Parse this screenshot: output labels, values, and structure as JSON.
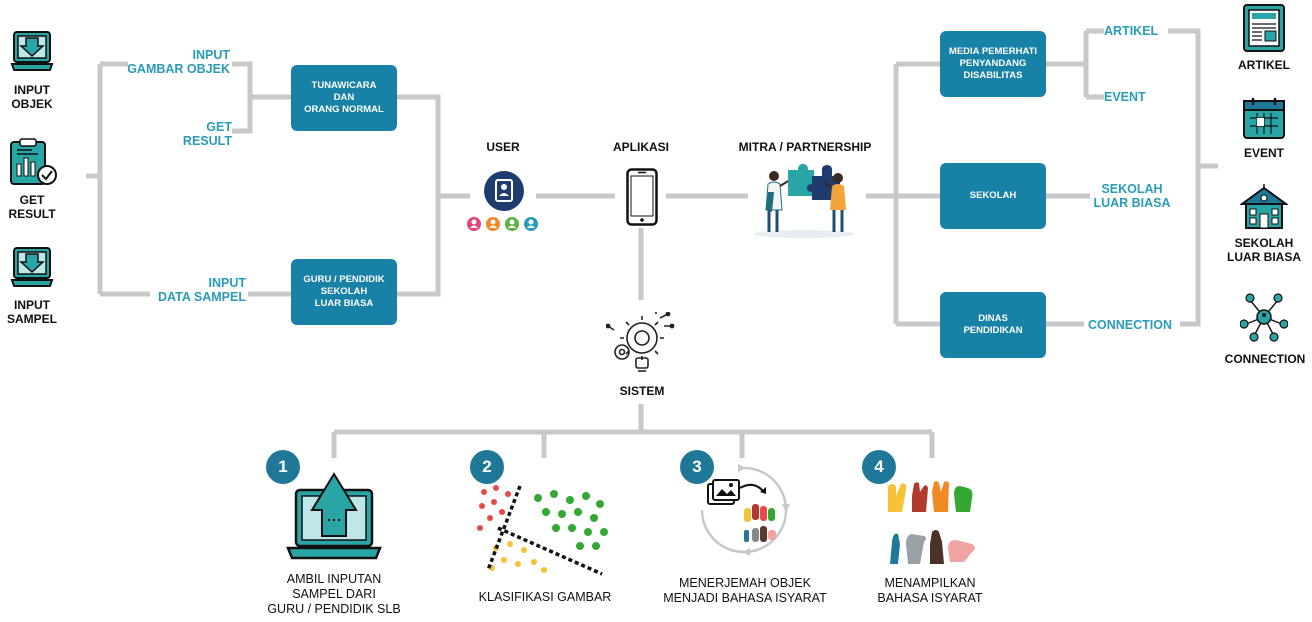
{
  "left_icons": {
    "input_objek": "INPUT\nOBJEK",
    "get_result": "GET\nRESULT",
    "input_sampel": "INPUT\nSAMPEL"
  },
  "left_labels": {
    "input_gambar_objek": "INPUT\nGAMBAR OBJEK",
    "get_result": "GET\nRESULT",
    "input_data_sampel": "INPUT\nDATA SAMPEL"
  },
  "boxes": {
    "tunawicara": "TUNAWICARA\nDAN\nORANG NORMAL",
    "guru": "GURU / PENDIDIK\nSEKOLAH\nLUAR BIASA",
    "media": "MEDIA PEMERHATI\nPENYANDANG\nDISABILITAS",
    "sekolah": "SEKOLAH",
    "dinas": "DINAS\nPENDIDIKAN"
  },
  "center": {
    "user": "USER",
    "aplikasi": "APLIKASI",
    "mitra": "MITRA / PARTNERSHIP",
    "sistem": "SISTEM"
  },
  "right_labels": {
    "artikel": "ARTIKEL",
    "event": "EVENT",
    "sekolah_luar_biasa": "SEKOLAH\nLUAR BIASA",
    "connection": "CONNECTION"
  },
  "right_icons": {
    "artikel": "ARTIKEL",
    "event": "EVENT",
    "sekolah_luar_biasa": "SEKOLAH\nLUAR BIASA",
    "connection": "CONNECTION"
  },
  "steps": [
    {
      "number": "1",
      "label": "AMBIL INPUTAN\nSAMPEL DARI\nGURU / PENDIDIK SLB"
    },
    {
      "number": "2",
      "label": "KLASIFIKASI GAMBAR"
    },
    {
      "number": "3",
      "label": "MENERJEMAH OBJEK\nMENJADI BAHASA ISYARAT"
    },
    {
      "number": "4",
      "label": "MENAMPILKAN\nBAHASA ISYARAT"
    }
  ],
  "colors": {
    "box": "#1782a6",
    "accent_text": "#2a9bb8",
    "connector": "#c8c8c8",
    "number_badge": "#1f7898"
  }
}
